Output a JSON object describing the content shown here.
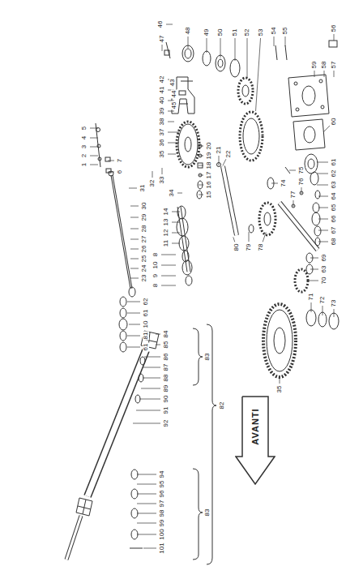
{
  "diagram": {
    "nodes": [
      {
        "text": [
          "AVANTI"
        ]
      }
    ],
    "labels": [
      "1",
      "2",
      "3",
      "4",
      "5",
      "6",
      "7",
      "8",
      "9",
      "10",
      "8",
      "11",
      "12",
      "13",
      "14",
      "15",
      "16",
      "17",
      "18",
      "19",
      "20",
      "21",
      "22",
      "23",
      "24",
      "25",
      "26",
      "27",
      "28",
      "29",
      "30",
      "31",
      "32",
      "33",
      "34",
      "35",
      "36",
      "37",
      "38",
      "39",
      "40",
      "41",
      "42",
      "43",
      "44",
      "45",
      "46",
      "47",
      "48",
      "49",
      "50",
      "51",
      "52",
      "53",
      "54",
      "55",
      "56",
      "57",
      "58",
      "59",
      "60",
      "61",
      "62",
      "63",
      "64",
      "65",
      "66",
      "67",
      "68",
      "69",
      "63",
      "70",
      "71",
      "72",
      "73",
      "74",
      "75",
      "76",
      "77",
      "78",
      "79",
      "80",
      "35",
      "62",
      "61",
      "10",
      "81",
      "61",
      "84",
      "85",
      "86",
      "87",
      "88",
      "89",
      "90",
      "91",
      "92",
      "83",
      "82",
      "94",
      "95",
      "96",
      "97",
      "98",
      "99",
      "100",
      "101",
      "83"
    ]
  }
}
